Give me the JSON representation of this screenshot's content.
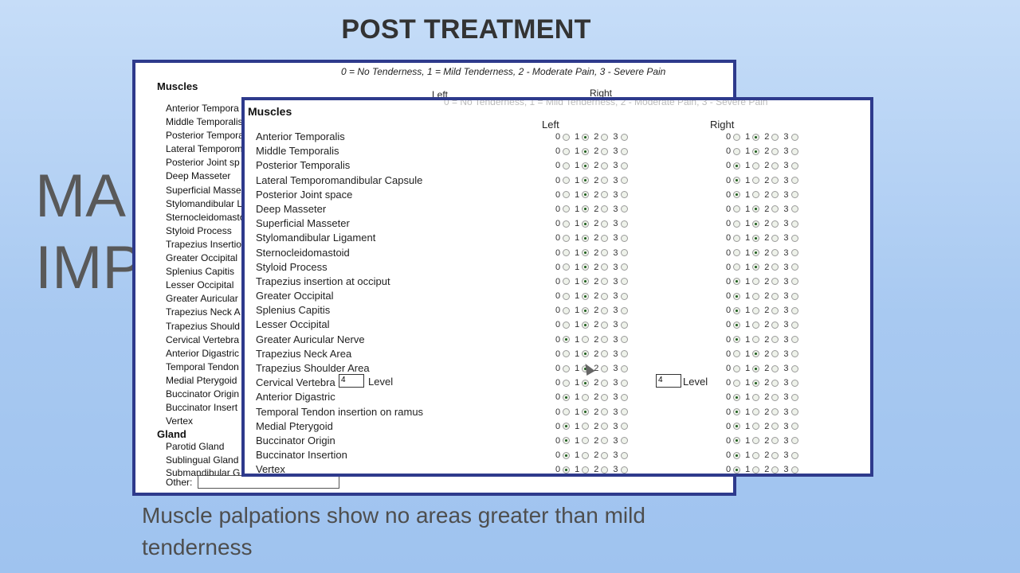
{
  "slide": {
    "title": "POST TREATMENT",
    "heading_line1": "MA",
    "heading_line2": "IMP",
    "caption": "Muscle palpations show no areas greater than mild tenderness"
  },
  "back_form": {
    "legend": "0 = No Tenderness,  1 = Mild Tenderness,  2 - Moderate Pain,  3 - Severe Pain",
    "muscles_header": "Muscles",
    "left_header": "Left",
    "right_header": "Right",
    "muscles": [
      "Anterior Tempora",
      "Middle Temporalis",
      "Posterior Tempora",
      "Lateral Temporom",
      "Posterior Joint sp",
      "Deep Masseter",
      "Superficial Masse",
      "Stylomandibular L",
      "Sternocleidomasto",
      "Styloid Process",
      "Trapezius Insertio",
      "Greater Occipital",
      "Splenius Capitis",
      "Lesser Occipital",
      "Greater Auricular",
      "Trapezius Neck A",
      "Trapezius Should",
      "Cervical Vertebra",
      "Anterior Digastric",
      "Temporal Tendon",
      "Medial Pterygoid",
      "Buccinator Origin",
      "Buccinator Insert",
      "Vertex"
    ],
    "gland_header": "Gland",
    "glands": [
      "Parotid Gland",
      "Sublingual Gland",
      "Submandibular G"
    ],
    "other_label": "Other:"
  },
  "front_form": {
    "ghost_legend": "0 = No Tenderness,  1 = Mild Tenderness,  2 - Moderate Pain,  3 - Severe Pain",
    "muscles_header": "Muscles",
    "left_header": "Left",
    "right_header": "Right",
    "level_label": "Level",
    "rows": [
      {
        "name": "Anterior Temporalis",
        "left": 1,
        "right": 1
      },
      {
        "name": "Middle Temporalis",
        "left": 1,
        "right": 1
      },
      {
        "name": "Posterior Temporalis",
        "left": 1,
        "right": 0
      },
      {
        "name": "Lateral Temporomandibular Capsule",
        "left": 1,
        "right": 0
      },
      {
        "name": "Posterior Joint space",
        "left": 1,
        "right": 0
      },
      {
        "name": "Deep Masseter",
        "left": 1,
        "right": 1
      },
      {
        "name": "Superficial Masseter",
        "left": 1,
        "right": 1
      },
      {
        "name": "Stylomandibular Ligament",
        "left": 1,
        "right": 1
      },
      {
        "name": "Sternocleidomastoid",
        "left": 1,
        "right": 1
      },
      {
        "name": "Styloid Process",
        "left": 1,
        "right": 1
      },
      {
        "name": "Trapezius insertion at occiput",
        "left": 1,
        "right": 0
      },
      {
        "name": "Greater Occipital",
        "left": 1,
        "right": 0
      },
      {
        "name": "Splenius Capitis",
        "left": 1,
        "right": 0
      },
      {
        "name": "Lesser Occipital",
        "left": 1,
        "right": 0
      },
      {
        "name": "Greater Auricular Nerve",
        "left": 0,
        "right": 0
      },
      {
        "name": "Trapezius Neck Area",
        "left": 1,
        "right": 1
      },
      {
        "name": "Trapezius Shoulder Area",
        "left": 1,
        "right": 1
      },
      {
        "name": "Cervical Vertebra",
        "left": 1,
        "right": 1,
        "left_level": "4",
        "right_level": "4"
      },
      {
        "name": "Anterior Digastric",
        "left": 0,
        "right": 0
      },
      {
        "name": "Temporal Tendon insertion on ramus",
        "left": 1,
        "right": 0
      },
      {
        "name": "Medial Pterygoid",
        "left": 0,
        "right": 0
      },
      {
        "name": "Buccinator Origin",
        "left": 0,
        "right": 0
      },
      {
        "name": "Buccinator Insertion",
        "left": 0,
        "right": 0
      },
      {
        "name": "Vertex",
        "left": 0,
        "right": 0
      }
    ]
  }
}
